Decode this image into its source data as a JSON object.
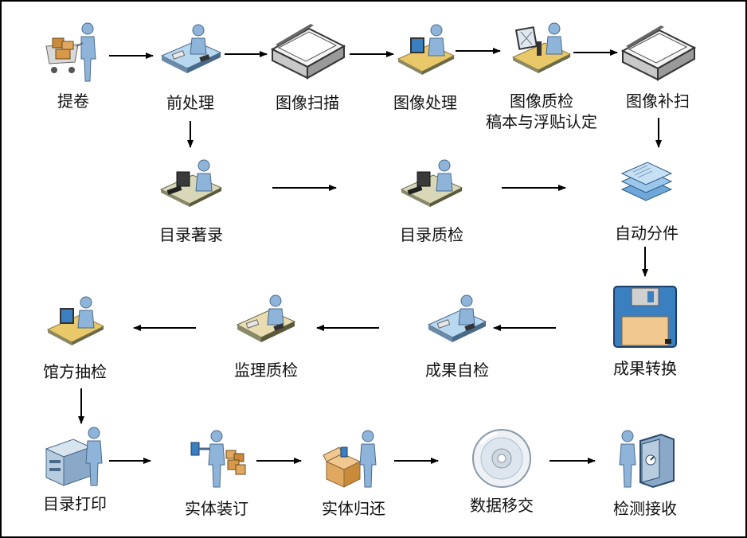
{
  "nodes": {
    "tijuan": {
      "label": "提卷",
      "icon": "cart-person-icon"
    },
    "qianchuli": {
      "label": "前处理",
      "icon": "workstation-person-icon"
    },
    "txsm": {
      "label": "图像扫描",
      "icon": "scanner-icon"
    },
    "txcl": {
      "label": "图像处理",
      "icon": "computer-person-icon"
    },
    "txzj": {
      "label": "图像质检",
      "label2": "稿本与浮贴认定",
      "icon": "microscope-person-icon"
    },
    "txbs": {
      "label": "图像补扫",
      "icon": "scanner-icon"
    },
    "mlzl": {
      "label": "目录著录",
      "icon": "computer-person-icon"
    },
    "mlzj": {
      "label": "目录质检",
      "icon": "computer-person-icon"
    },
    "zdfj": {
      "label": "自动分件",
      "icon": "documents-stack-icon"
    },
    "cgzh": {
      "label": "成果转换",
      "icon": "floppy-disk-icon"
    },
    "cgzj": {
      "label": "成果自检",
      "icon": "workstation-person-icon"
    },
    "jlzj": {
      "label": "监理质检",
      "icon": "workstation-person-icon"
    },
    "gfcj": {
      "label": "馆方抽检",
      "icon": "computer-person-icon"
    },
    "mldy": {
      "label": "目录打印",
      "icon": "printer-person-icon"
    },
    "stzd": {
      "label": "实体装订",
      "icon": "binding-person-icon"
    },
    "stgh": {
      "label": "实体归还",
      "icon": "box-person-icon"
    },
    "sjyj": {
      "label": "数据移交",
      "icon": "cd-disc-icon"
    },
    "jcjs": {
      "label": "检测接收",
      "icon": "safe-person-icon"
    }
  },
  "colors": {
    "person": "#8fb4d9",
    "desk": "#e8c868",
    "desk_dark": "#8a8a6a",
    "scanner": "#d8d8d8",
    "floppy": "#3a7fbf",
    "label_floppy": "#f0c890",
    "arrow": "#000000"
  }
}
